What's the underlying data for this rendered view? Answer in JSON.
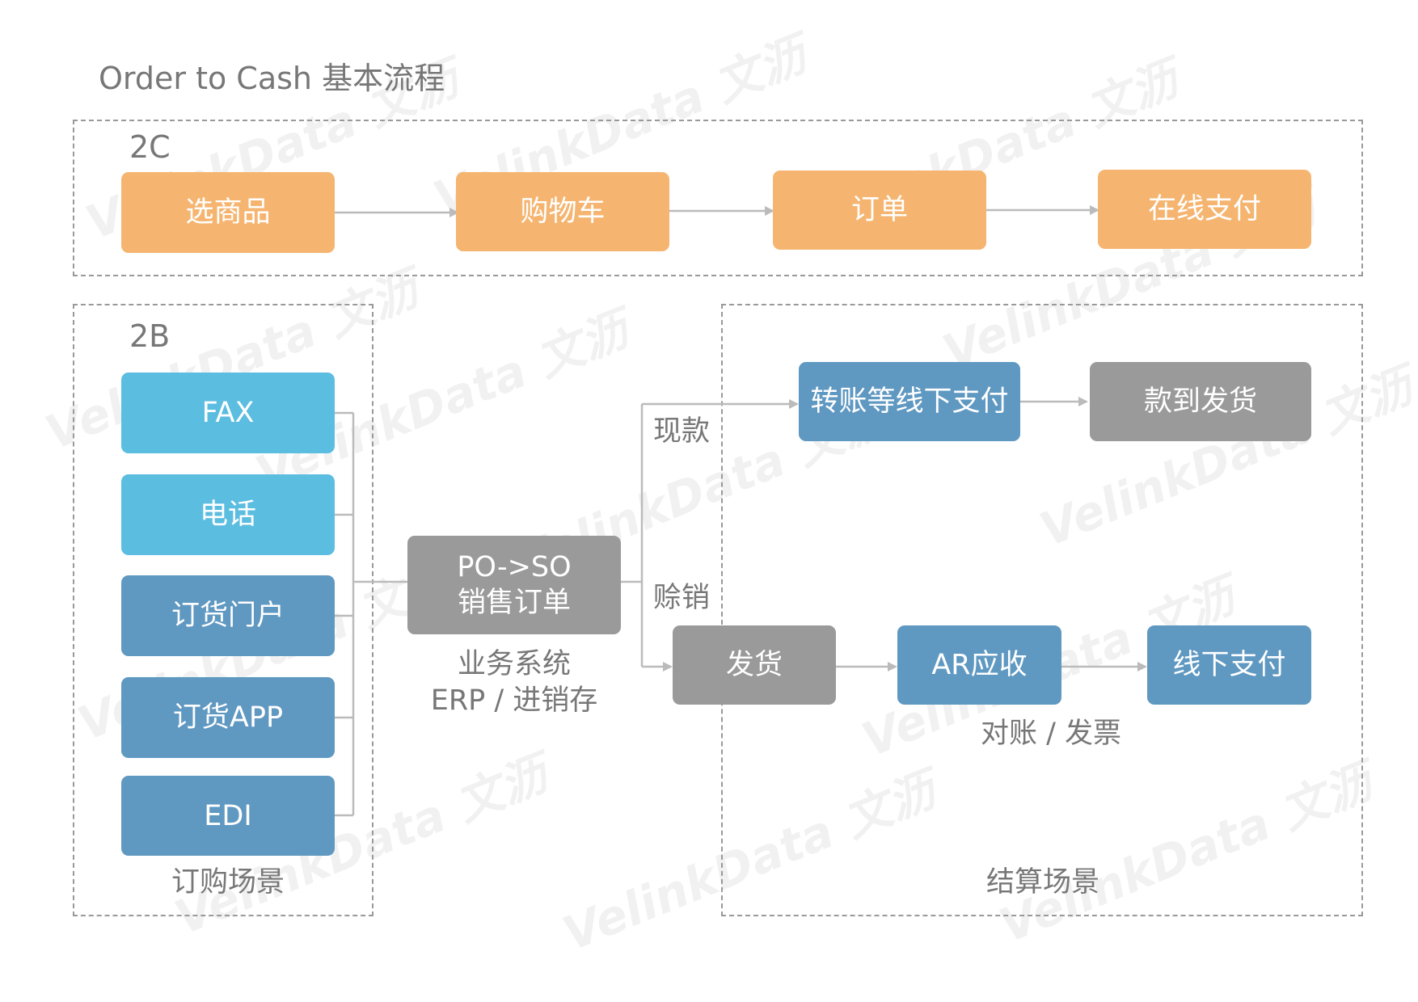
{
  "title": "Order to Cash 基本流程",
  "sections": {
    "c2": {
      "label": "2C"
    },
    "b2": {
      "label": "2B",
      "caption": "订购场景"
    },
    "settlement": {
      "caption": "结算场景"
    }
  },
  "c2_flow": [
    "选商品",
    "购物车",
    "订单",
    "在线支付"
  ],
  "channels": [
    "FAX",
    "电话",
    "订货门户",
    "订货APP",
    "EDI"
  ],
  "hub": {
    "line1": "PO->SO",
    "line2": "销售订单",
    "caption_line1": "业务系统",
    "caption_line2": "ERP / 进销存"
  },
  "branches": {
    "cash": "现款",
    "credit": "赊销"
  },
  "cash_flow": [
    "转账等线下支付",
    "款到发货"
  ],
  "credit_flow": [
    "发货",
    "AR应收",
    "线下支付"
  ],
  "credit_caption": "对账 / 发票",
  "watermark": "VelinkData 文沥",
  "colors": {
    "orange": "#f5b570",
    "cyan": "#5bbde0",
    "blue": "#5f98c1",
    "gray": "#9a9a9a",
    "line": "#bbbbbb"
  }
}
